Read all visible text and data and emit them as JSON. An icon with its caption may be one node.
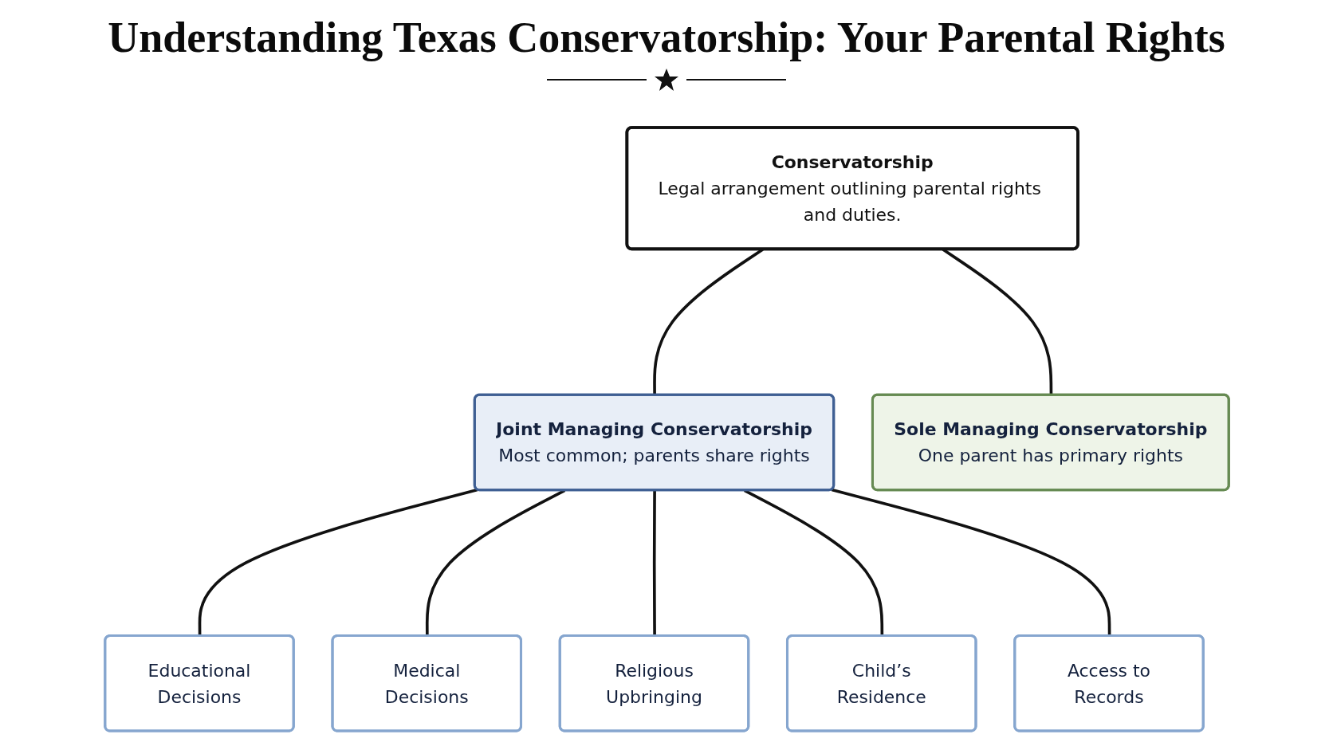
{
  "diagram": {
    "title": "Understanding Texas Conservatorship: Your Parental Rights",
    "nodes": [
      {
        "text": [
          "Conservatorship",
          "Legal arrangement outlining parental rights and duties."
        ]
      },
      {
        "text": [
          "Joint Managing Conservatorship",
          "Most common; parents share rights"
        ]
      },
      {
        "text": [
          "Sole Managing Conservatorship",
          "One parent has primary rights"
        ]
      },
      {
        "text": [
          "Educational Decisions"
        ]
      },
      {
        "text": [
          "Medical Decisions"
        ]
      },
      {
        "text": [
          "Religious Upbringing"
        ]
      },
      {
        "text": [
          "Child’s Residence"
        ]
      },
      {
        "text": [
          "Access to Records"
        ]
      }
    ],
    "edges": [
      {
        "from": 0,
        "to": 1,
        "arrow": "none"
      },
      {
        "from": 0,
        "to": 2,
        "arrow": "none"
      },
      {
        "from": 1,
        "to": 3,
        "arrow": "none"
      },
      {
        "from": 1,
        "to": 4,
        "arrow": "none"
      },
      {
        "from": 1,
        "to": 5,
        "arrow": "none"
      },
      {
        "from": 1,
        "to": 6,
        "arrow": "none"
      },
      {
        "from": 1,
        "to": 7,
        "arrow": "none"
      }
    ]
  }
}
